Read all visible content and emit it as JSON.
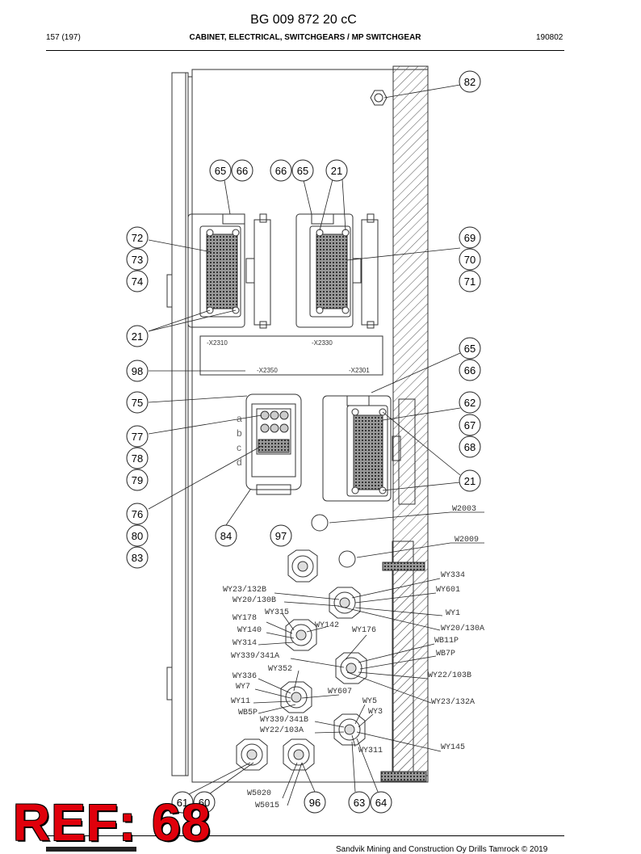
{
  "header": {
    "doc_id": "BG 009 872 20 cC",
    "page": "157 (197)",
    "title": "CABINET, ELECTRICAL, SWITCHGEARS / MP SWITCHGEAR",
    "date_code": "190802"
  },
  "callouts": {
    "c82": "82",
    "c65a": "65",
    "c66a": "66",
    "c66b": "66",
    "c65b": "65",
    "c21a": "21",
    "c72": "72",
    "c73": "73",
    "c74": "74",
    "c21b": "21",
    "c98": "98",
    "c69": "69",
    "c70": "70",
    "c71": "71",
    "c65c": "65",
    "c66c": "66",
    "c75": "75",
    "c77": "77",
    "c78": "78",
    "c79": "79",
    "c76": "76",
    "c80": "80",
    "c83": "83",
    "c84": "84",
    "c97": "97",
    "c62": "62",
    "c67": "67",
    "c68": "68",
    "c21c": "21",
    "c61": "61",
    "c60": "60",
    "c96": "96",
    "c63": "63",
    "c64": "64"
  },
  "connector_labels": {
    "x2310": "-X2310",
    "x2330": "-X2330",
    "x2350": "-X2350",
    "x2301": "-X2301"
  },
  "slot_letters": [
    "a",
    "b",
    "c",
    "d"
  ],
  "wire_labels": {
    "w2003": "W2003",
    "w2009": "W2009",
    "wy334": "WY334",
    "wy601": "WY601",
    "wy1": "WY1",
    "wy20_130a": "WY20/130A",
    "wb11p": "WB11P",
    "wb7p": "WB7P",
    "wy22_103b": "WY22/103B",
    "wy23_132a": "WY23/132A",
    "wy145": "WY145",
    "wy23_132b": "WY23/132B",
    "wy20_130b": "WY20/130B",
    "wy315": "WY315",
    "wy178": "WY178",
    "wy142": "WY142",
    "wy176": "WY176",
    "wy140": "WY140",
    "wy314": "WY314",
    "wy339_341a": "WY339/341A",
    "wy352": "WY352",
    "wy336": "WY336",
    "wy7": "WY7",
    "wy607": "WY607",
    "wy11": "WY11",
    "wy5": "WY5",
    "wb5p": "WB5P",
    "wy3": "WY3",
    "wy339_341b": "WY339/341B",
    "wy22_103a": "WY22/103A",
    "wy311": "WY311",
    "w5020": "W5020",
    "w5015": "W5015"
  },
  "watermark": "REF: 68",
  "footer": "Sandvik Mining and Construction Oy Drills Tamrock © 2019"
}
